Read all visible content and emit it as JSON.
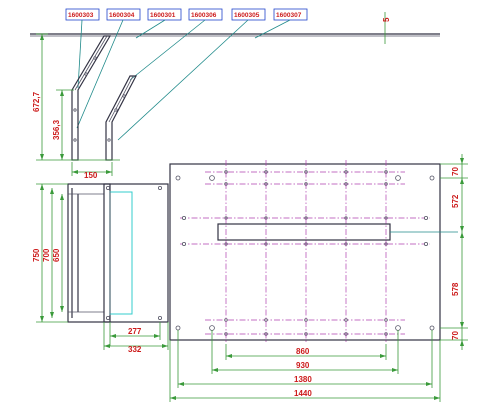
{
  "part_tags": [
    "1600303",
    "1600304",
    "1600301",
    "1600306",
    "1600305",
    "1600307"
  ],
  "dimensions": {
    "top_thickness": "5",
    "side_height": "672,7",
    "bracket_height": "356,3",
    "bracket_width": "150",
    "frame_height": "750",
    "frame_inner_height": "700",
    "frame_opening": "650",
    "frame_inner_width": "277",
    "frame_width": "332",
    "plate_top_margin": "70",
    "plate_upper": "572",
    "plate_lower": "578",
    "plate_bottom_margin": "70",
    "hole_span_860": "860",
    "hole_span_930": "930",
    "plate_inner_width": "1380",
    "plate_width": "1440"
  },
  "colors": {
    "dimension_text": "#cc1a1a",
    "dimension_line": "#3a9a3a",
    "centerline": "#b040b0",
    "tag_border": "#2244cc",
    "outline": "#333344"
  }
}
